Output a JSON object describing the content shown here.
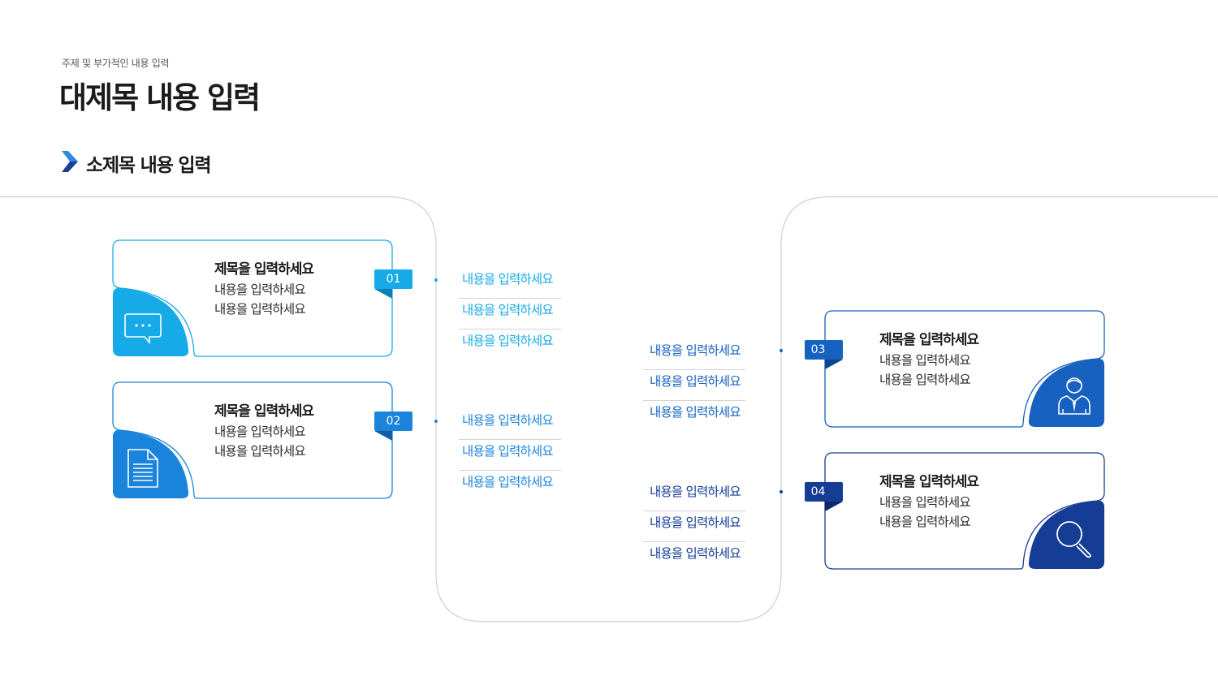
{
  "header": {
    "subject": "주제 및 부가적인 내용 입력",
    "title": "대제목 내용 입력",
    "subtitle": "소제목 내용 입력"
  },
  "colors": {
    "c1": "#16aae8",
    "c2": "#1a84dc",
    "c3": "#1762c0",
    "c4": "#163d95",
    "chevron_light": "#2c8be0",
    "chevron_dark": "#1c3f96"
  },
  "cards": [
    {
      "number": "01",
      "title": "제목을 입력하세요",
      "line1": "내용을 입력하세요",
      "line2": "내용을 입력하세요",
      "icon": "chat-bubble-icon"
    },
    {
      "number": "02",
      "title": "제목을 입력하세요",
      "line1": "내용을 입력하세요",
      "line2": "내용을 입력하세요",
      "icon": "document-icon"
    },
    {
      "number": "03",
      "title": "제목을 입력하세요",
      "line1": "내용을 입력하세요",
      "line2": "내용을 입력하세요",
      "icon": "businessman-icon"
    },
    {
      "number": "04",
      "title": "제목을 입력하세요",
      "line1": "내용을 입력하세요",
      "line2": "내용을 입력하세요",
      "icon": "magnifier-icon"
    }
  ],
  "lists": [
    {
      "items": [
        "내용을 입력하세요",
        "내용을 입력하세요",
        "내용을 입력하세요"
      ]
    },
    {
      "items": [
        "내용을 입력하세요",
        "내용을 입력하세요",
        "내용을 입력하세요"
      ]
    },
    {
      "items": [
        "내용을 입력하세요",
        "내용을 입력하세요",
        "내용을 입력하세요"
      ]
    },
    {
      "items": [
        "내용을 입력하세요",
        "내용을 입력하세요",
        "내용을 입력하세요"
      ]
    }
  ]
}
